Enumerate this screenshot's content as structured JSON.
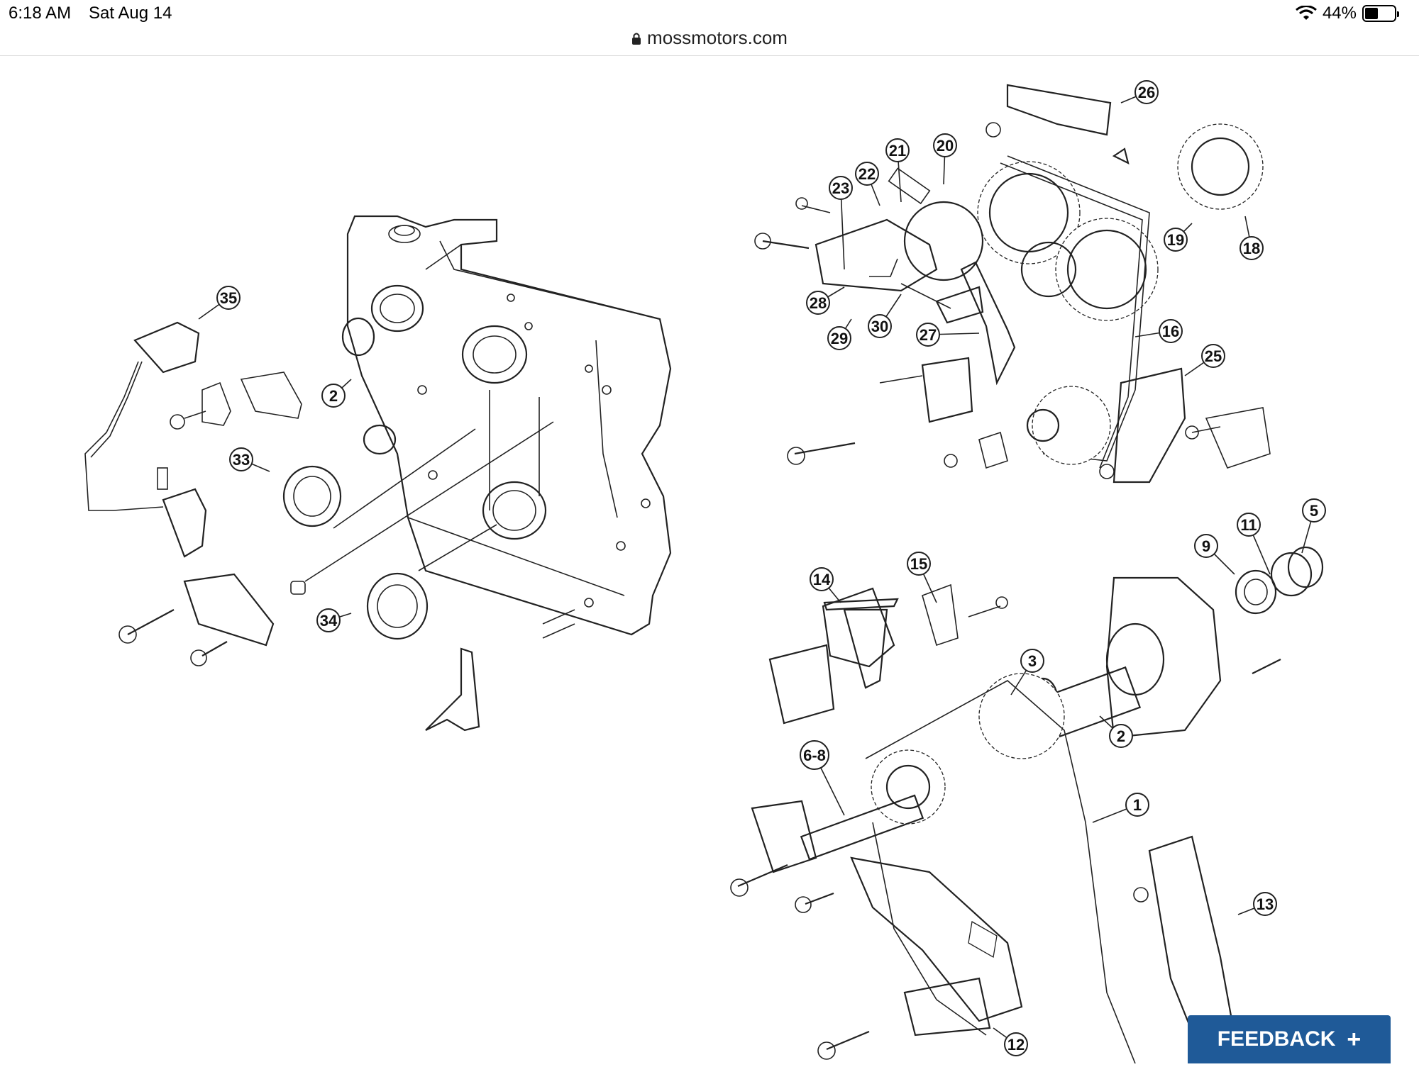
{
  "status_bar": {
    "time": "6:18 AM",
    "date": "Sat Aug 14",
    "battery_percent": "44%",
    "battery_level": 0.44
  },
  "browser": {
    "url": "mossmotors.com"
  },
  "feedback": {
    "label": "FEEDBACK",
    "icon": "+"
  },
  "diagram": {
    "callouts": [
      "35",
      "2",
      "33",
      "34",
      "26",
      "21",
      "20",
      "23",
      "22",
      "28",
      "29",
      "30",
      "27",
      "16",
      "25",
      "19",
      "18",
      "14",
      "15",
      "11",
      "9",
      "5",
      "3",
      "2",
      "6-8",
      "1",
      "13",
      "12"
    ]
  }
}
